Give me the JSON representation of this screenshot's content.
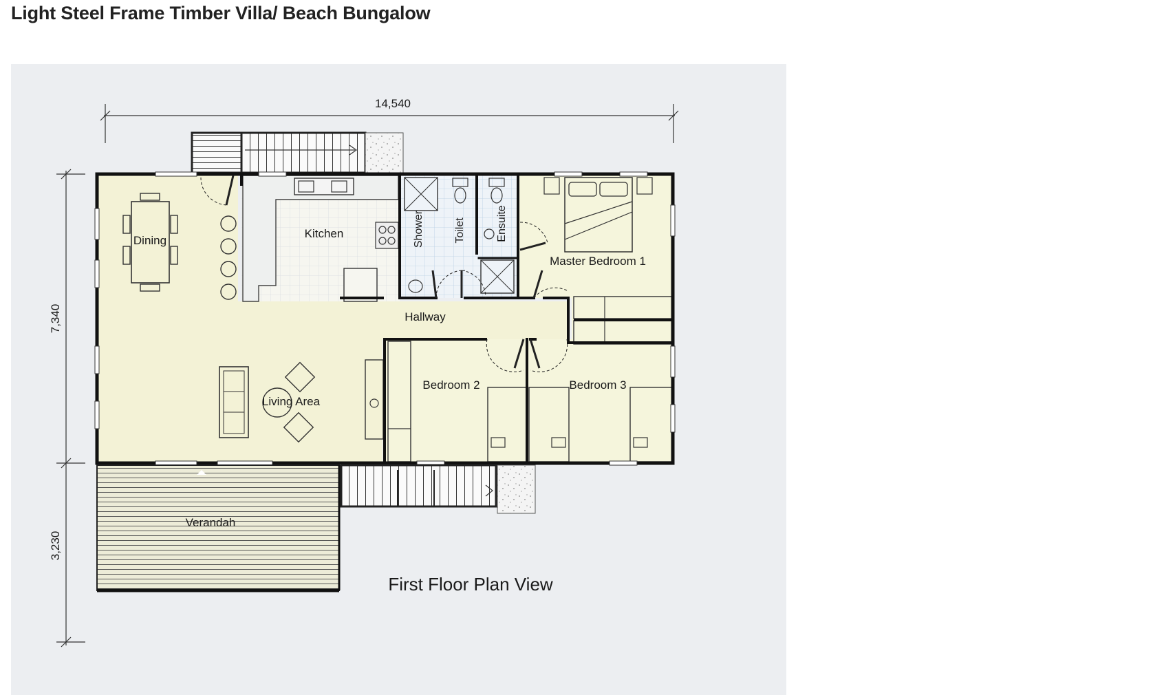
{
  "page": {
    "title": "Light Steel Frame Timber Villa/ Beach Bungalow"
  },
  "plan": {
    "caption": "First Floor Plan View",
    "dimensions": {
      "width": "14,540",
      "depth_main": "7,340",
      "depth_verandah": "3,230"
    },
    "rooms": {
      "dining": "Dining",
      "kitchen": "Kitchen",
      "shower": "Shower",
      "toilet": "Toilet",
      "ensuite": "Ensuite",
      "master_bedroom": "Master Bedroom 1",
      "hallway": "Hallway",
      "bedroom_2": "Bedroom 2",
      "bedroom_3": "Bedroom 3",
      "living_area": "Living Area",
      "verandah": "Verandah"
    },
    "colors": {
      "floor": "#f3f2d6",
      "bathroom": "#e8f1f8",
      "wall": "#111111",
      "deck": "#ecebd7",
      "panel": "#eceef1"
    }
  }
}
